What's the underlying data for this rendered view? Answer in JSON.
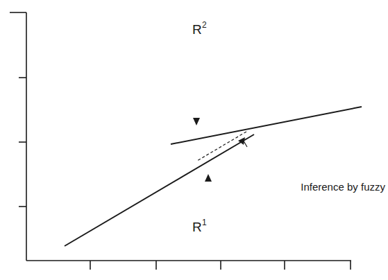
{
  "diagram": {
    "labels": [
      "R",
      "2",
      "R",
      "1",
      "Inference by fuzzy"
    ]
  }
}
